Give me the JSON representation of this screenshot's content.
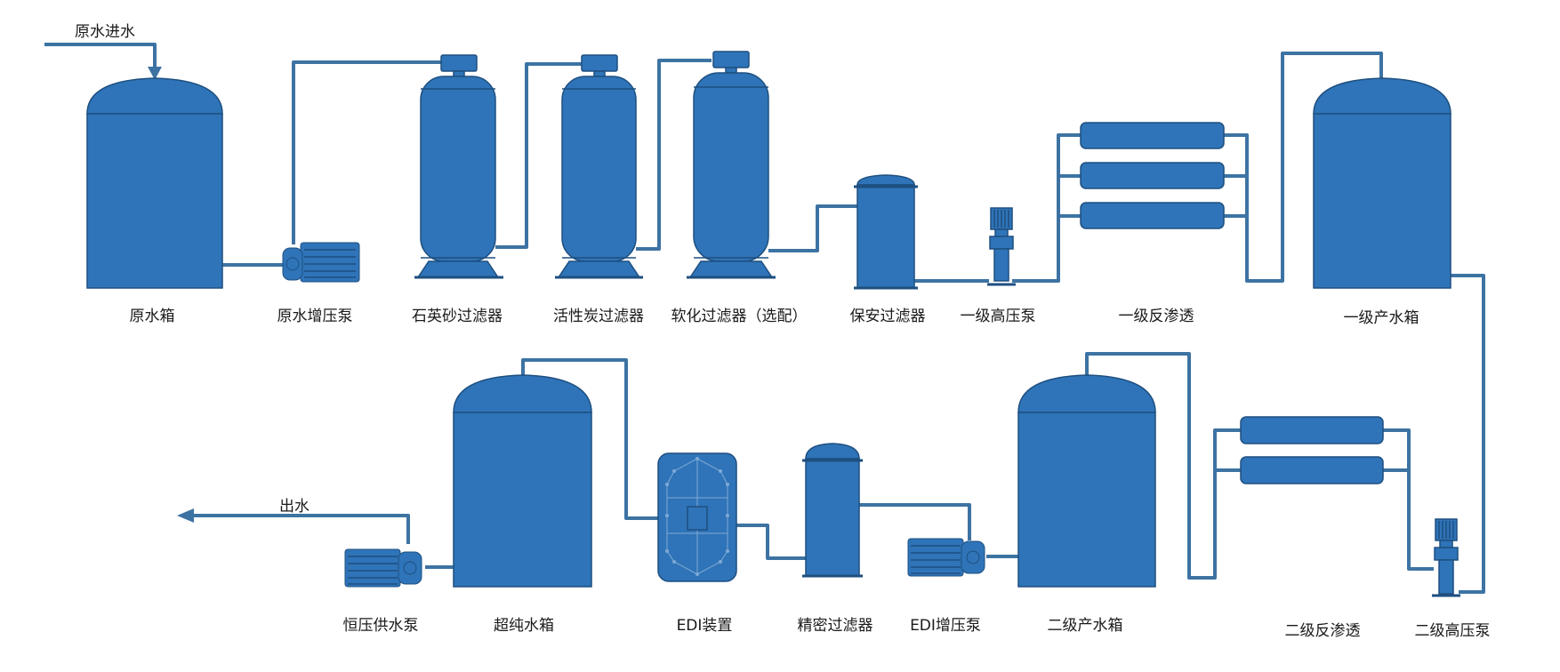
{
  "colors": {
    "equipment": "#2f74b8",
    "pipe": "#3d73a3",
    "outline": "#1e4f80",
    "text": "#1a1a1a"
  },
  "labels": {
    "raw_water_in": "原水进水",
    "raw_water_tank": "原水箱",
    "raw_water_booster_pump": "原水增压泵",
    "quartz_sand_filter": "石英砂过滤器",
    "activated_carbon_filter": "活性炭过滤器",
    "softening_filter": "软化过滤器（选配）",
    "security_filter": "保安过滤器",
    "primary_high_pressure_pump": "一级高压泵",
    "primary_reverse_osmosis": "一级反渗透",
    "primary_product_tank": "一级产水箱",
    "secondary_high_pressure_pump": "二级高压泵",
    "secondary_reverse_osmosis": "二级反渗透",
    "secondary_product_tank": "二级产水箱",
    "edi_booster_pump": "EDI增压泵",
    "precision_filter": "精密过滤器",
    "edi_device": "EDI装置",
    "ultrapure_tank": "超纯水箱",
    "constant_pressure_pump": "恒压供水泵",
    "water_out": "出水"
  }
}
